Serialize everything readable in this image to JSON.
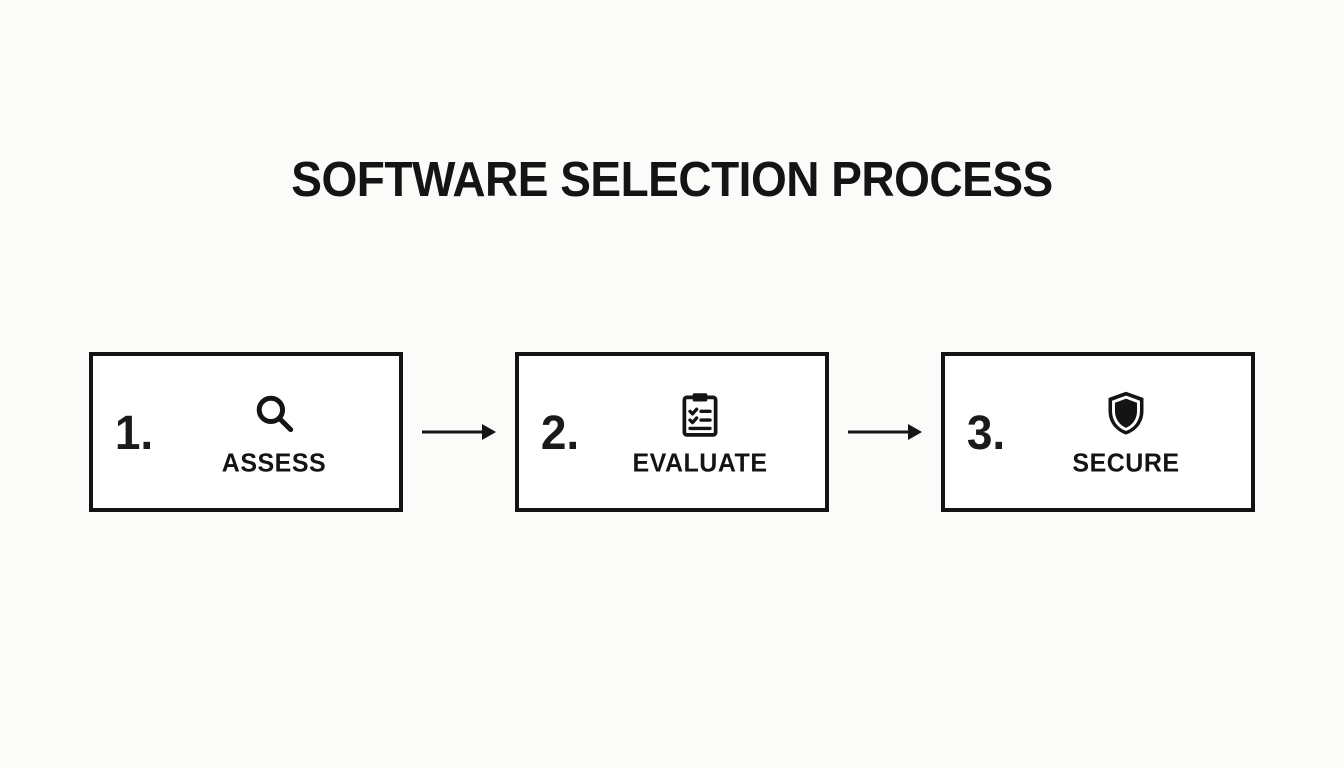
{
  "title": "SOFTWARE SELECTION PROCESS",
  "colors": {
    "background": "#fbfbfa",
    "foreground": "#141414",
    "box_fill": "#ffffff",
    "box_border": "#141414"
  },
  "steps": [
    {
      "number": "1.",
      "label": "ASSESS",
      "icon": "magnifier-icon"
    },
    {
      "number": "2.",
      "label": "EVALUATE",
      "icon": "clipboard-checklist-icon"
    },
    {
      "number": "3.",
      "label": "SECURE",
      "icon": "shield-icon"
    }
  ],
  "connectors": [
    {
      "icon": "arrow-right-icon"
    },
    {
      "icon": "arrow-right-icon"
    }
  ]
}
